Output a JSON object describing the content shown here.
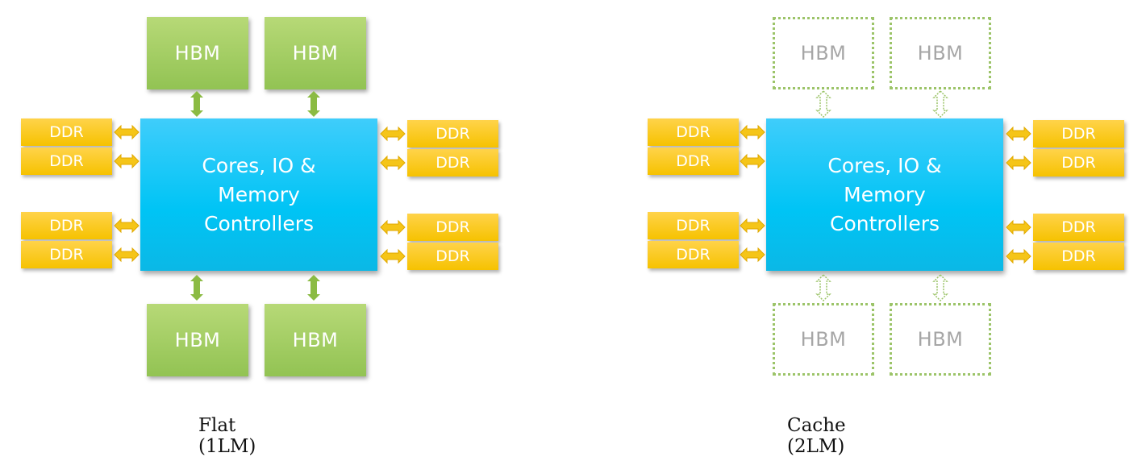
{
  "colors": {
    "hbm_fill": "#9ccb5e",
    "hbm_dashed_border": "#9cc469",
    "core_fill": "#1ec8f8",
    "ddr_fill": "#f9c80e",
    "arrow_ddr": "#f5c518",
    "arrow_hbm": "#8bbb43"
  },
  "diagrams": [
    {
      "caption": "Flat (1LM)",
      "core_lines": [
        "Cores, IO &",
        "Memory",
        "Controllers"
      ],
      "hbm_label": "HBM",
      "ddr_label": "DDR",
      "hbm_style": "solid"
    },
    {
      "caption": "Cache (2LM)",
      "core_lines": [
        "Cores, IO &",
        "Memory",
        "Controllers"
      ],
      "hbm_label": "HBM",
      "ddr_label": "DDR",
      "hbm_style": "dashed"
    }
  ]
}
